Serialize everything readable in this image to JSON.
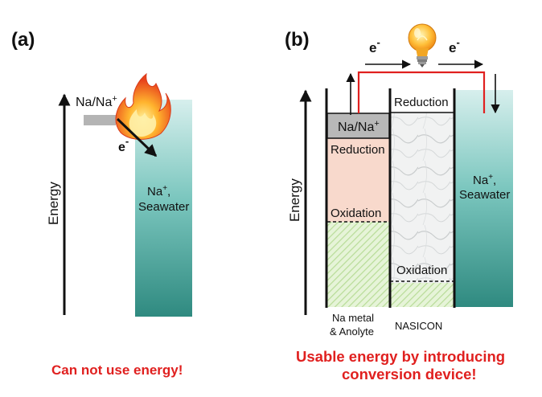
{
  "panel_a": {
    "label": "(a)",
    "axis_label": "Energy",
    "na_label_base": "Na/Na",
    "na_label_sup": "+",
    "electron_base": "e",
    "electron_sup": "-",
    "sea_line1_base": "Na",
    "sea_line1_sup": "+",
    "sea_line1_rest": ",",
    "sea_line2": "Seawater",
    "caption": "Can not use energy!"
  },
  "panel_b": {
    "label": "(b)",
    "axis_label": "Energy",
    "electron_base": "e",
    "electron_sup": "-",
    "na_box_base": "Na/Na",
    "na_box_sup": "+",
    "anode_reduction": "Reduction",
    "anode_oxidation": "Oxidation",
    "nasicon_reduction": "Reduction",
    "nasicon_oxidation": "Oxidation",
    "sea_line1_base": "Na",
    "sea_line1_sup": "+",
    "sea_line1_rest": ",",
    "sea_line2": "Seawater",
    "bottom_left_line1": "Na metal",
    "bottom_left_line2": "& Anolyte",
    "bottom_mid": "NASICON",
    "caption_line1": "Usable energy by introducing",
    "caption_line2": "conversion device!"
  },
  "colors": {
    "accent_red": "#e0201f",
    "sea_top": "#bfe3e0",
    "sea_bottom": "#2f8f86",
    "reduction_fill": "#f8d9cc",
    "oxidation_fill": "#cfe8b6",
    "na_box": "#b8b8b8"
  },
  "icons": [
    "flame-icon",
    "light-bulb-icon"
  ]
}
